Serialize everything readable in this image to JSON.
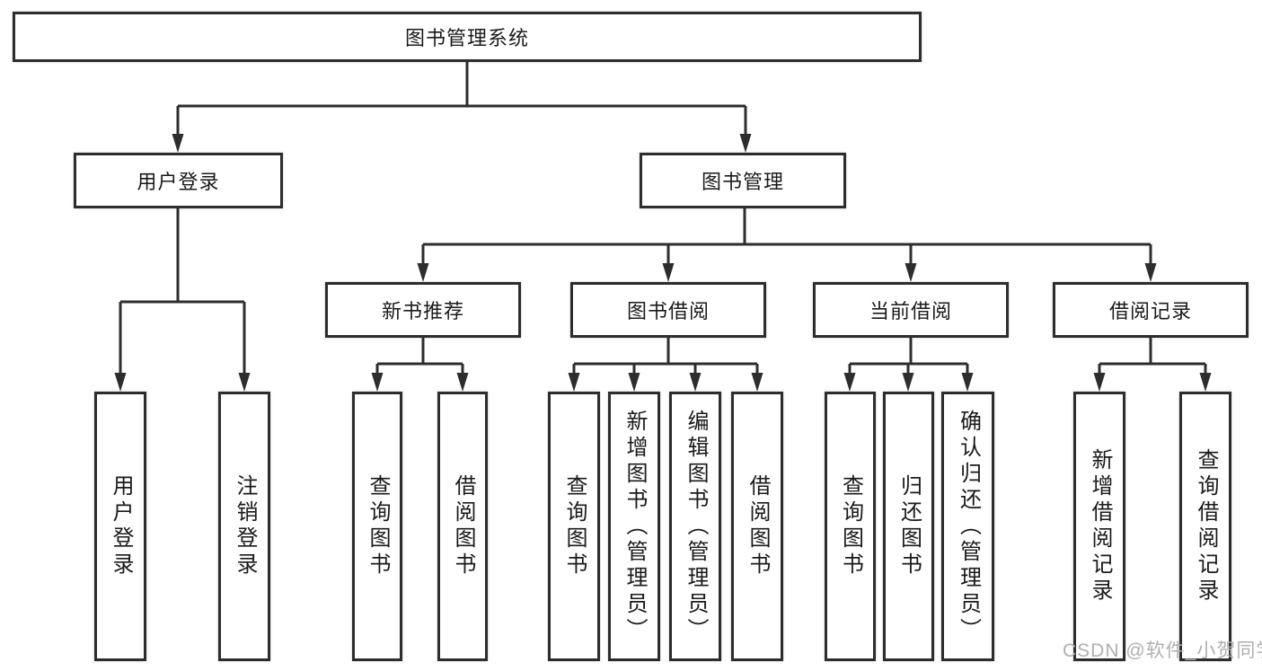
{
  "diagram": {
    "root": {
      "label": "图书管理系统"
    },
    "user_login": {
      "label": "用户登录",
      "children": [
        {
          "label": "用户登录"
        },
        {
          "label": "注销登录"
        }
      ]
    },
    "book_management": {
      "label": "图书管理",
      "sections": [
        {
          "label": "新书推荐",
          "children": [
            {
              "label": "查询图书"
            },
            {
              "label": "借阅图书"
            }
          ]
        },
        {
          "label": "图书借阅",
          "children": [
            {
              "label": "查询图书"
            },
            {
              "label": "新增图书（管理员）"
            },
            {
              "label": "编辑图书（管理员）"
            },
            {
              "label": "借阅图书"
            }
          ]
        },
        {
          "label": "当前借阅",
          "children": [
            {
              "label": "查询图书"
            },
            {
              "label": "归还图书"
            },
            {
              "label": "确认归还（管理员）"
            }
          ]
        },
        {
          "label": "借阅记录",
          "children": [
            {
              "label": "新增借阅记录"
            },
            {
              "label": "查询借阅记录"
            }
          ]
        }
      ]
    },
    "colors": {
      "line": "#2d2d2d",
      "text": "#1a1a1a",
      "watermark": "#b0b0b0",
      "background": "#ffffff"
    },
    "watermark": "CSDN @软件_小贺同学"
  }
}
